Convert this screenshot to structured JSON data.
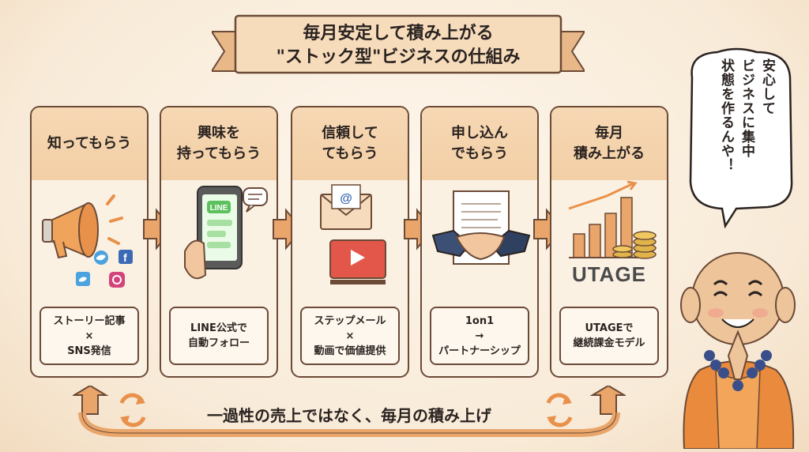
{
  "title": {
    "line1": "毎月安定して積み上がる",
    "line2": "\"ストック型\"ビジネスの仕組み"
  },
  "steps": [
    {
      "heading": "知ってもらう",
      "detail": "ストーリー記事\n×\nSNS発信"
    },
    {
      "heading": "興味を\n持ってもらう",
      "detail": "LINE公式で\n自動フォロー"
    },
    {
      "heading": "信頼して\nてもらう",
      "detail": "ステップメール\n×\n動画で価値提供"
    },
    {
      "heading": "申し込ん\nでもらう",
      "detail": "1on1\n→\nパートナーシップ"
    },
    {
      "heading": "毎月\n積み上がる",
      "detail": "UTAGEで\n継続課金モデル"
    }
  ],
  "phone_label": "LINE",
  "email_symbol": "@",
  "utage_logo": "UTAGE",
  "bottom_message": "一過性の売上ではなく、毎月の積み上げ",
  "speech": {
    "col1": "安心して",
    "col2": "ビジネスに集中",
    "col3": "状態を作るんや！"
  },
  "colors": {
    "accent": "#e9a56a",
    "border": "#6b4a36",
    "line_green": "#5cc15c",
    "play_red": "#e3574a"
  }
}
